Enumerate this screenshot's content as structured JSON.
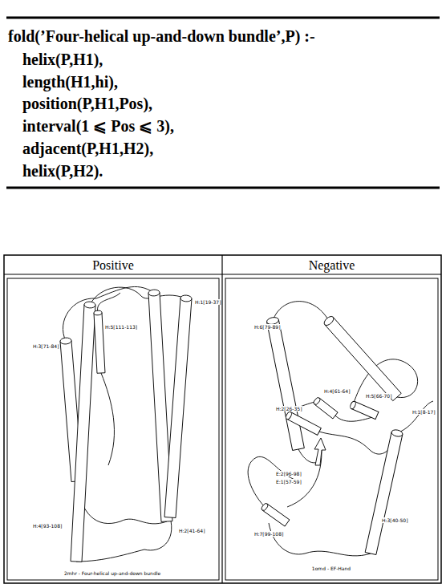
{
  "diagram": {
    "nodes": [
      {
        "text": [
          "Positive"
        ]
      },
      {
        "text": [
          "Negative"
        ]
      }
    ],
    "labels": [
      "fold(’Four-helical up-and-down bundle’,P) :-",
      "helix(P,H1),",
      "length(H1,hi),",
      "position(P,H1,Pos),",
      "interval(1 ⩽ Pos ⩽ 3),",
      "adjacent(P,H1,H2),",
      "helix(P,H2).",
      "H:3[71-84]",
      "H:5[111-113]",
      "H:1[19-37]",
      "H:4[93-108]",
      "H:2[41-64]",
      "2mhr - Four-helical up-and-down bundle",
      "H:6[79-89]",
      "H:4[61-64]",
      "H:5[66-70]",
      "H:1[8-17]",
      "H:2[26-35]",
      "E:2[96-98]",
      "E:1[57-59]",
      "H:7[99-108]",
      "H:3[40-50]",
      "1omd - EF-Hand"
    ]
  }
}
